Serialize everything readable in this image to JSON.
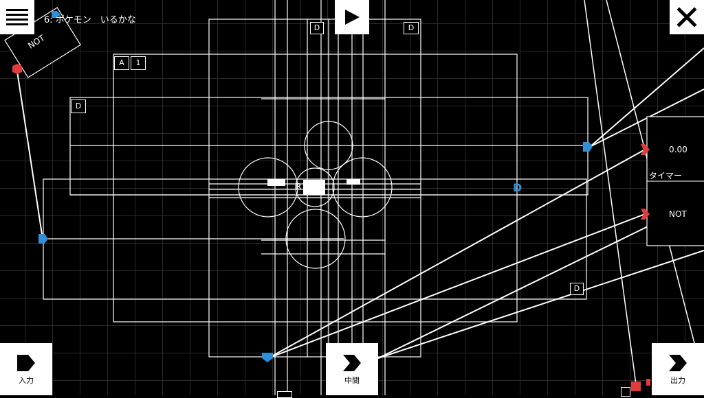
{
  "header": {
    "title": "6: ポケモン　いるかな",
    "menu_icon": "hamburger-menu-icon",
    "play_icon": "play-triangle-icon",
    "close_icon": "close-x-icon"
  },
  "nodes": {
    "not_left": "NOT",
    "timer_value": "0.00",
    "timer_label": "タイマー",
    "not_right": "NOT",
    "arrow_d": "D",
    "center_r": "R"
  },
  "frames": {
    "a_label": "A",
    "a_num": "1",
    "d1": "D",
    "d2": "D",
    "d3": "D",
    "d4": "D"
  },
  "toolbar": {
    "input_label": "入力",
    "middle_label": "中間",
    "output_label": "出力",
    "chevron_icon": "chevron-right-icon"
  },
  "colors": {
    "background": "#000000",
    "line": "#ffffff",
    "input_port": "#2f8fd8",
    "output_port": "#e23b3b",
    "grid": "#2a2a2a"
  }
}
